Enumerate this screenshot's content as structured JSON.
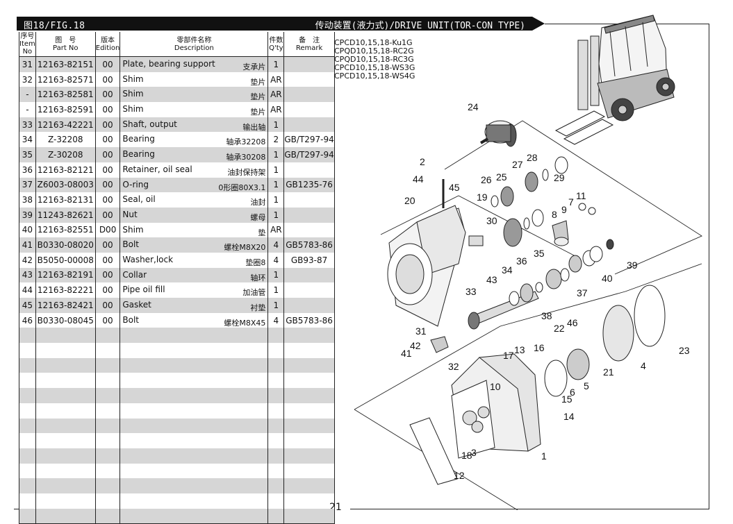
{
  "header": {
    "figure": "图18/FIG.18",
    "title": "传动装置(液力式)/DRIVE UNIT(TOR-CON TYPE)"
  },
  "columns": {
    "no": [
      "序号",
      "Item",
      "No"
    ],
    "part": [
      "图　号",
      "Part No"
    ],
    "edition": [
      "版本",
      "Edition"
    ],
    "desc": [
      "零部件名称",
      "Description"
    ],
    "qty": [
      "件数",
      "Q'ty"
    ],
    "remark": [
      "备　注",
      "Remark"
    ]
  },
  "rows": [
    {
      "no": "31",
      "part": "12163-82151",
      "ed": "00",
      "en": "Plate, bearing support",
      "cn": "支承片",
      "qty": "1",
      "remark": ""
    },
    {
      "no": "32",
      "part": "12163-82571",
      "ed": "00",
      "en": "Shim",
      "cn": "垫片",
      "qty": "AR",
      "remark": ""
    },
    {
      "no": "-",
      "part": "12163-82581",
      "ed": "00",
      "en": "Shim",
      "cn": "垫片",
      "qty": "AR",
      "remark": ""
    },
    {
      "no": "-",
      "part": "12163-82591",
      "ed": "00",
      "en": "Shim",
      "cn": "垫片",
      "qty": "AR",
      "remark": ""
    },
    {
      "no": "33",
      "part": "12163-42221",
      "ed": "00",
      "en": "Shaft, output",
      "cn": "输出轴",
      "qty": "1",
      "remark": ""
    },
    {
      "no": "34",
      "part": "Z-32208",
      "ed": "00",
      "en": "Bearing",
      "cn": "轴承32208",
      "qty": "2",
      "remark": "GB/T297-94"
    },
    {
      "no": "35",
      "part": "Z-30208",
      "ed": "00",
      "en": "Bearing",
      "cn": "轴承30208",
      "qty": "1",
      "remark": "GB/T297-94"
    },
    {
      "no": "36",
      "part": "12163-82121",
      "ed": "00",
      "en": "Retainer, oil seal",
      "cn": "油封保持架",
      "qty": "1",
      "remark": ""
    },
    {
      "no": "37",
      "part": "Z6003-08003",
      "ed": "00",
      "en": "O-ring",
      "cn": "0形圈80X3.1",
      "qty": "1",
      "remark": "GB1235-76"
    },
    {
      "no": "38",
      "part": "12163-82131",
      "ed": "00",
      "en": "Seal, oil",
      "cn": "油封",
      "qty": "1",
      "remark": ""
    },
    {
      "no": "39",
      "part": "11243-82621",
      "ed": "00",
      "en": "Nut",
      "cn": "螺母",
      "qty": "1",
      "remark": ""
    },
    {
      "no": "40",
      "part": "12163-82551",
      "ed": "D00",
      "en": "Shim",
      "cn": "垫",
      "qty": "AR",
      "remark": ""
    },
    {
      "no": "41",
      "part": "B0330-08020",
      "ed": "00",
      "en": "Bolt",
      "cn": "螺栓M8X20",
      "qty": "4",
      "remark": "GB5783-86"
    },
    {
      "no": "42",
      "part": "B5050-00008",
      "ed": "00",
      "en": "Washer,lock",
      "cn": "垫圈8",
      "qty": "4",
      "remark": "GB93-87"
    },
    {
      "no": "43",
      "part": "12163-82191",
      "ed": "00",
      "en": "Collar",
      "cn": "轴环",
      "qty": "1",
      "remark": ""
    },
    {
      "no": "44",
      "part": "12163-82221",
      "ed": "00",
      "en": "Pipe oil fill",
      "cn": "加油管",
      "qty": "1",
      "remark": ""
    },
    {
      "no": "45",
      "part": "12163-82421",
      "ed": "00",
      "en": "Gasket",
      "cn": "衬垫",
      "qty": "1",
      "remark": ""
    },
    {
      "no": "46",
      "part": "B0330-08045",
      "ed": "00",
      "en": "Bolt",
      "cn": "螺栓M8X45",
      "qty": "4",
      "remark": "GB5783-86"
    }
  ],
  "models": [
    "CPCD10,15,18-Ku1G",
    "CPQD10,15,18-RC2G",
    "CPQD10,15,18-RC3G",
    "CPCD10,15,18-WS3G",
    "CPCD10,15,18-WS4G"
  ],
  "callouts": [
    "1",
    "2",
    "3",
    "4",
    "5",
    "6",
    "7",
    "8",
    "9",
    "10",
    "11",
    "12",
    "13",
    "14",
    "15",
    "16",
    "17",
    "18",
    "19",
    "20",
    "21",
    "22",
    "23",
    "24",
    "25",
    "26",
    "27",
    "28",
    "29",
    "30",
    "31",
    "32",
    "33",
    "34",
    "35",
    "36",
    "37",
    "38",
    "39",
    "40",
    "41",
    "42",
    "43",
    "44",
    "45",
    "46"
  ],
  "page_number": "21"
}
